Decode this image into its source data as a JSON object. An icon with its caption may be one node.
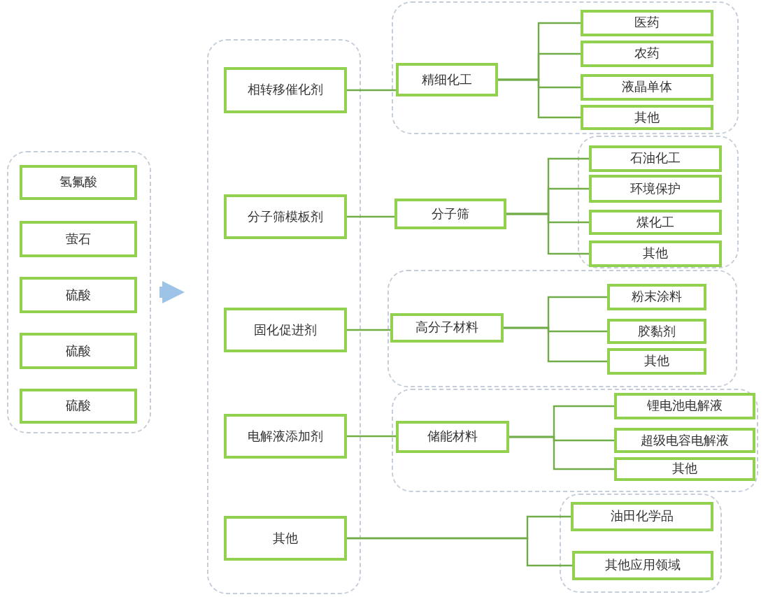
{
  "diagram": {
    "nodes": [
      {
        "text": [],
        "shape": "box"
      },
      {
        "text": [
          "氢氟酸"
        ],
        "in": 0
      },
      {
        "text": [
          "萤石"
        ],
        "in": 0
      },
      {
        "text": [
          "硫酸"
        ],
        "in": 0
      },
      {
        "text": [
          "硫酸"
        ],
        "in": 0
      },
      {
        "text": [
          "硫酸"
        ],
        "in": 0
      },
      {
        "text": [],
        "shape": "box"
      },
      {
        "text": [
          "相转移催化剂"
        ],
        "in": 6
      },
      {
        "text": [
          "分子筛模板剂"
        ],
        "in": 6
      },
      {
        "text": [
          "固化促进剂"
        ],
        "in": 6
      },
      {
        "text": [
          "电解液添加剂"
        ],
        "in": 6
      },
      {
        "text": [
          "其他"
        ],
        "in": 6
      },
      {
        "text": [],
        "shape": "box"
      },
      {
        "text": [
          "精细化工"
        ],
        "in": 12
      },
      {
        "text": [
          "医药"
        ],
        "in": 12
      },
      {
        "text": [
          "农药"
        ],
        "in": 12
      },
      {
        "text": [
          "液晶单体"
        ],
        "in": 12
      },
      {
        "text": [
          "其他"
        ],
        "in": 12
      },
      {
        "text": [
          "分子筛"
        ]
      },
      {
        "text": [],
        "shape": "box"
      },
      {
        "text": [
          "石油化工"
        ],
        "in": 19
      },
      {
        "text": [
          "环境保护"
        ],
        "in": 19
      },
      {
        "text": [
          "煤化工"
        ],
        "in": 19
      },
      {
        "text": [
          "其他"
        ],
        "in": 19
      },
      {
        "text": [],
        "shape": "box"
      },
      {
        "text": [
          "高分子材料"
        ],
        "in": 24
      },
      {
        "text": [
          "粉末涂料"
        ],
        "in": 24
      },
      {
        "text": [
          "胶黏剂"
        ],
        "in": 24
      },
      {
        "text": [
          "其他"
        ],
        "in": 24
      },
      {
        "text": [],
        "shape": "box"
      },
      {
        "text": [
          "储能材料"
        ],
        "in": 29
      },
      {
        "text": [
          "锂电池电解液"
        ],
        "in": 29
      },
      {
        "text": [
          "超级电容电解液"
        ],
        "in": 29
      },
      {
        "text": [
          "其他"
        ],
        "in": 29
      },
      {
        "text": [],
        "shape": "box"
      },
      {
        "text": [
          "油田化学品"
        ],
        "in": 34
      },
      {
        "text": [
          "其他应用领域"
        ],
        "in": 34
      }
    ],
    "edges": [
      {
        "from": 0,
        "to": 6,
        "arrow": "to",
        "style": "thick",
        "color": "#9dc3e6"
      },
      {
        "from": 7,
        "to": 13,
        "arrow": "none"
      },
      {
        "from": 8,
        "to": 18,
        "arrow": "none"
      },
      {
        "from": 9,
        "to": 25,
        "arrow": "none"
      },
      {
        "from": 10,
        "to": 30,
        "arrow": "none"
      },
      {
        "from": 11,
        "to": 35,
        "arrow": "none"
      },
      {
        "from": 11,
        "to": 36,
        "arrow": "none"
      },
      {
        "from": 13,
        "to": 14,
        "arrow": "none"
      },
      {
        "from": 13,
        "to": 15,
        "arrow": "none"
      },
      {
        "from": 13,
        "to": 16,
        "arrow": "none"
      },
      {
        "from": 13,
        "to": 17,
        "arrow": "none"
      },
      {
        "from": 18,
        "to": 20,
        "arrow": "none"
      },
      {
        "from": 18,
        "to": 21,
        "arrow": "none"
      },
      {
        "from": 18,
        "to": 22,
        "arrow": "none"
      },
      {
        "from": 18,
        "to": 23,
        "arrow": "none"
      },
      {
        "from": 25,
        "to": 26,
        "arrow": "none"
      },
      {
        "from": 25,
        "to": 27,
        "arrow": "none"
      },
      {
        "from": 25,
        "to": 28,
        "arrow": "none"
      },
      {
        "from": 30,
        "to": 31,
        "arrow": "none"
      },
      {
        "from": 30,
        "to": 32,
        "arrow": "none"
      },
      {
        "from": 30,
        "to": 33,
        "arrow": "none"
      }
    ]
  }
}
